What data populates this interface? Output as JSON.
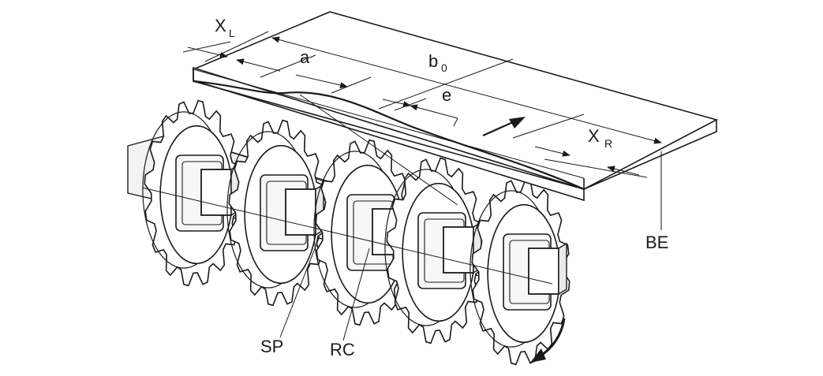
{
  "labels": {
    "x_left": "X",
    "x_left_sub": "L",
    "pitch_a": "a",
    "width_b0": "b",
    "width_b0_sub": "0",
    "spacing_e": "e",
    "x_right": "X",
    "x_right_sub": "R",
    "belt_edge": "BE",
    "sprocket": "SP",
    "retaining_collar": "RC"
  },
  "sprocket_count": 5,
  "sprocket_tooth_count": 16
}
